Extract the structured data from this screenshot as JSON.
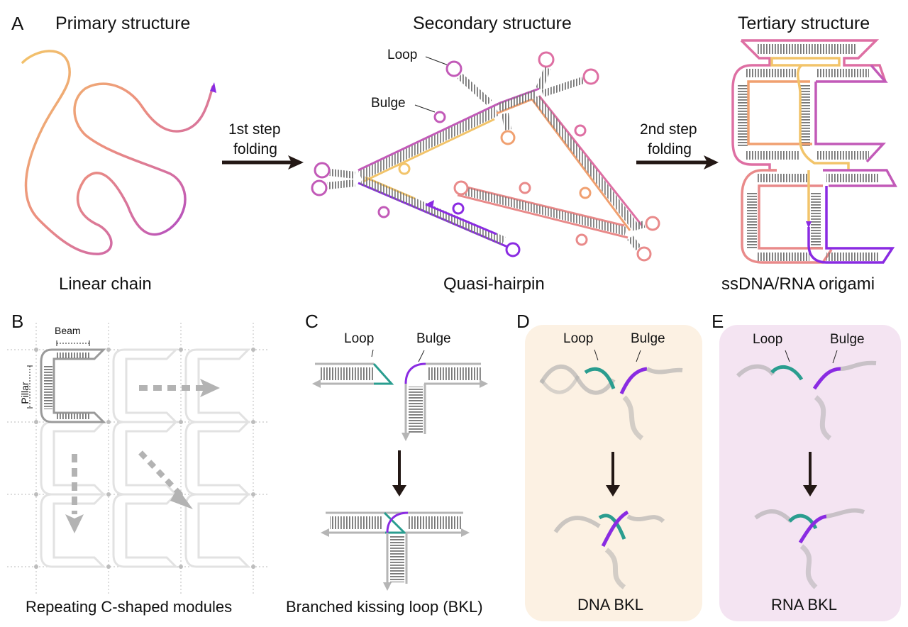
{
  "panels": {
    "A": {
      "letter": "A",
      "primary_title": "Primary structure",
      "primary_caption": "Linear chain",
      "step1_label_line1": "1st step",
      "step1_label_line2": "folding",
      "secondary_title": "Secondary structure",
      "secondary_caption": "Quasi-hairpin",
      "loop_label": "Loop",
      "bulge_label": "Bulge",
      "step2_label_line1": "2nd step",
      "step2_label_line2": "folding",
      "tertiary_title": "Tertiary structure",
      "tertiary_caption": "ssDNA/RNA origami"
    },
    "B": {
      "letter": "B",
      "beam_label": "Beam",
      "pillar_label": "Pillar",
      "caption": "Repeating C-shaped modules"
    },
    "C": {
      "letter": "C",
      "loop_label": "Loop",
      "bulge_label": "Bulge",
      "caption": "Branched kissing loop (BKL)"
    },
    "D": {
      "letter": "D",
      "loop_label": "Loop",
      "bulge_label": "Bulge",
      "caption": "DNA BKL"
    },
    "E": {
      "letter": "E",
      "loop_label": "Loop",
      "bulge_label": "Bulge",
      "caption": "RNA BKL"
    }
  },
  "colors": {
    "yellow": "#f2c46a",
    "orange": "#f0a070",
    "salmon": "#e98a8a",
    "pink": "#de6fa3",
    "magenta": "#c25ab8",
    "purple": "#8a2be2",
    "teal": "#2a9d8f",
    "gray": "#9a9a9a",
    "lightgray": "#dcdcdc",
    "dna_bg": "#fcf1e3",
    "rna_bg": "#f4e4f2"
  }
}
